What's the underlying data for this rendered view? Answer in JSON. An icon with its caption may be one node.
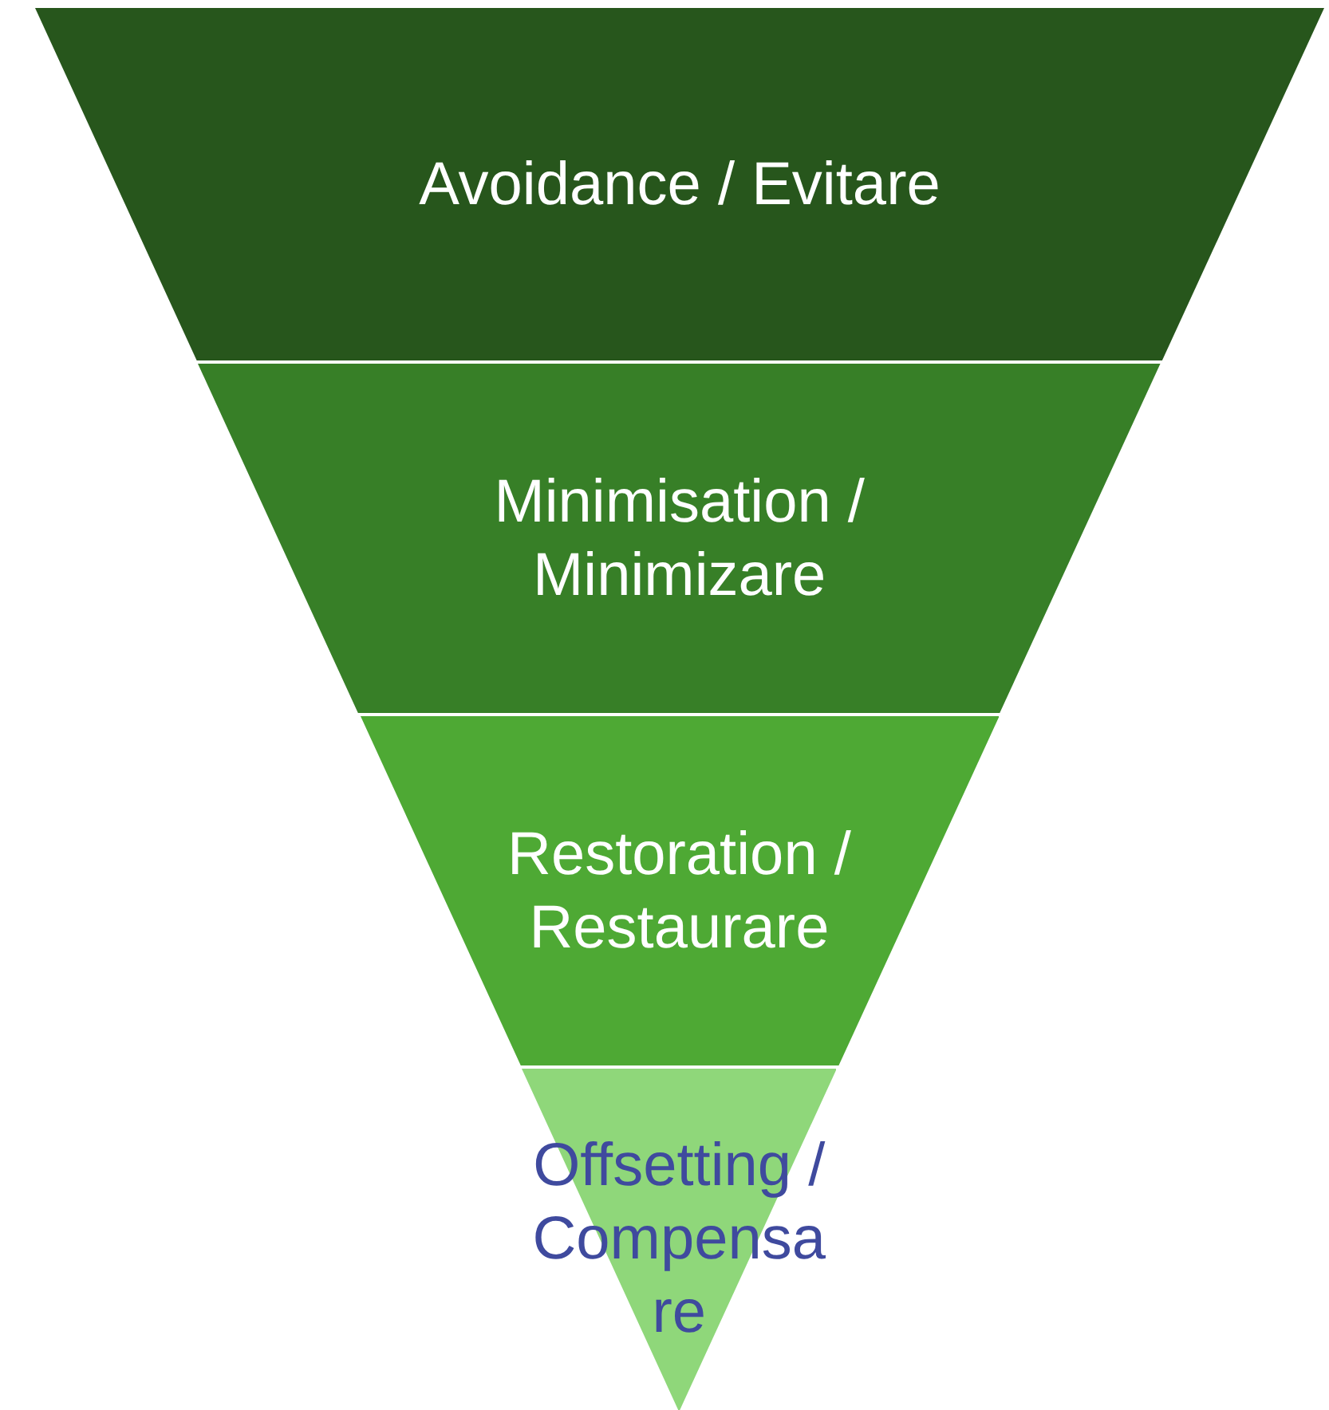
{
  "diagram": {
    "nodes": [
      {
        "text": [
          "Avoidance / Evitare"
        ]
      },
      {
        "text": [
          "Minimisation / Minimizare"
        ]
      },
      {
        "text": [
          "Restoration / Restaurare"
        ]
      },
      {
        "text": [
          "Offsetting / Compensare"
        ]
      }
    ]
  }
}
